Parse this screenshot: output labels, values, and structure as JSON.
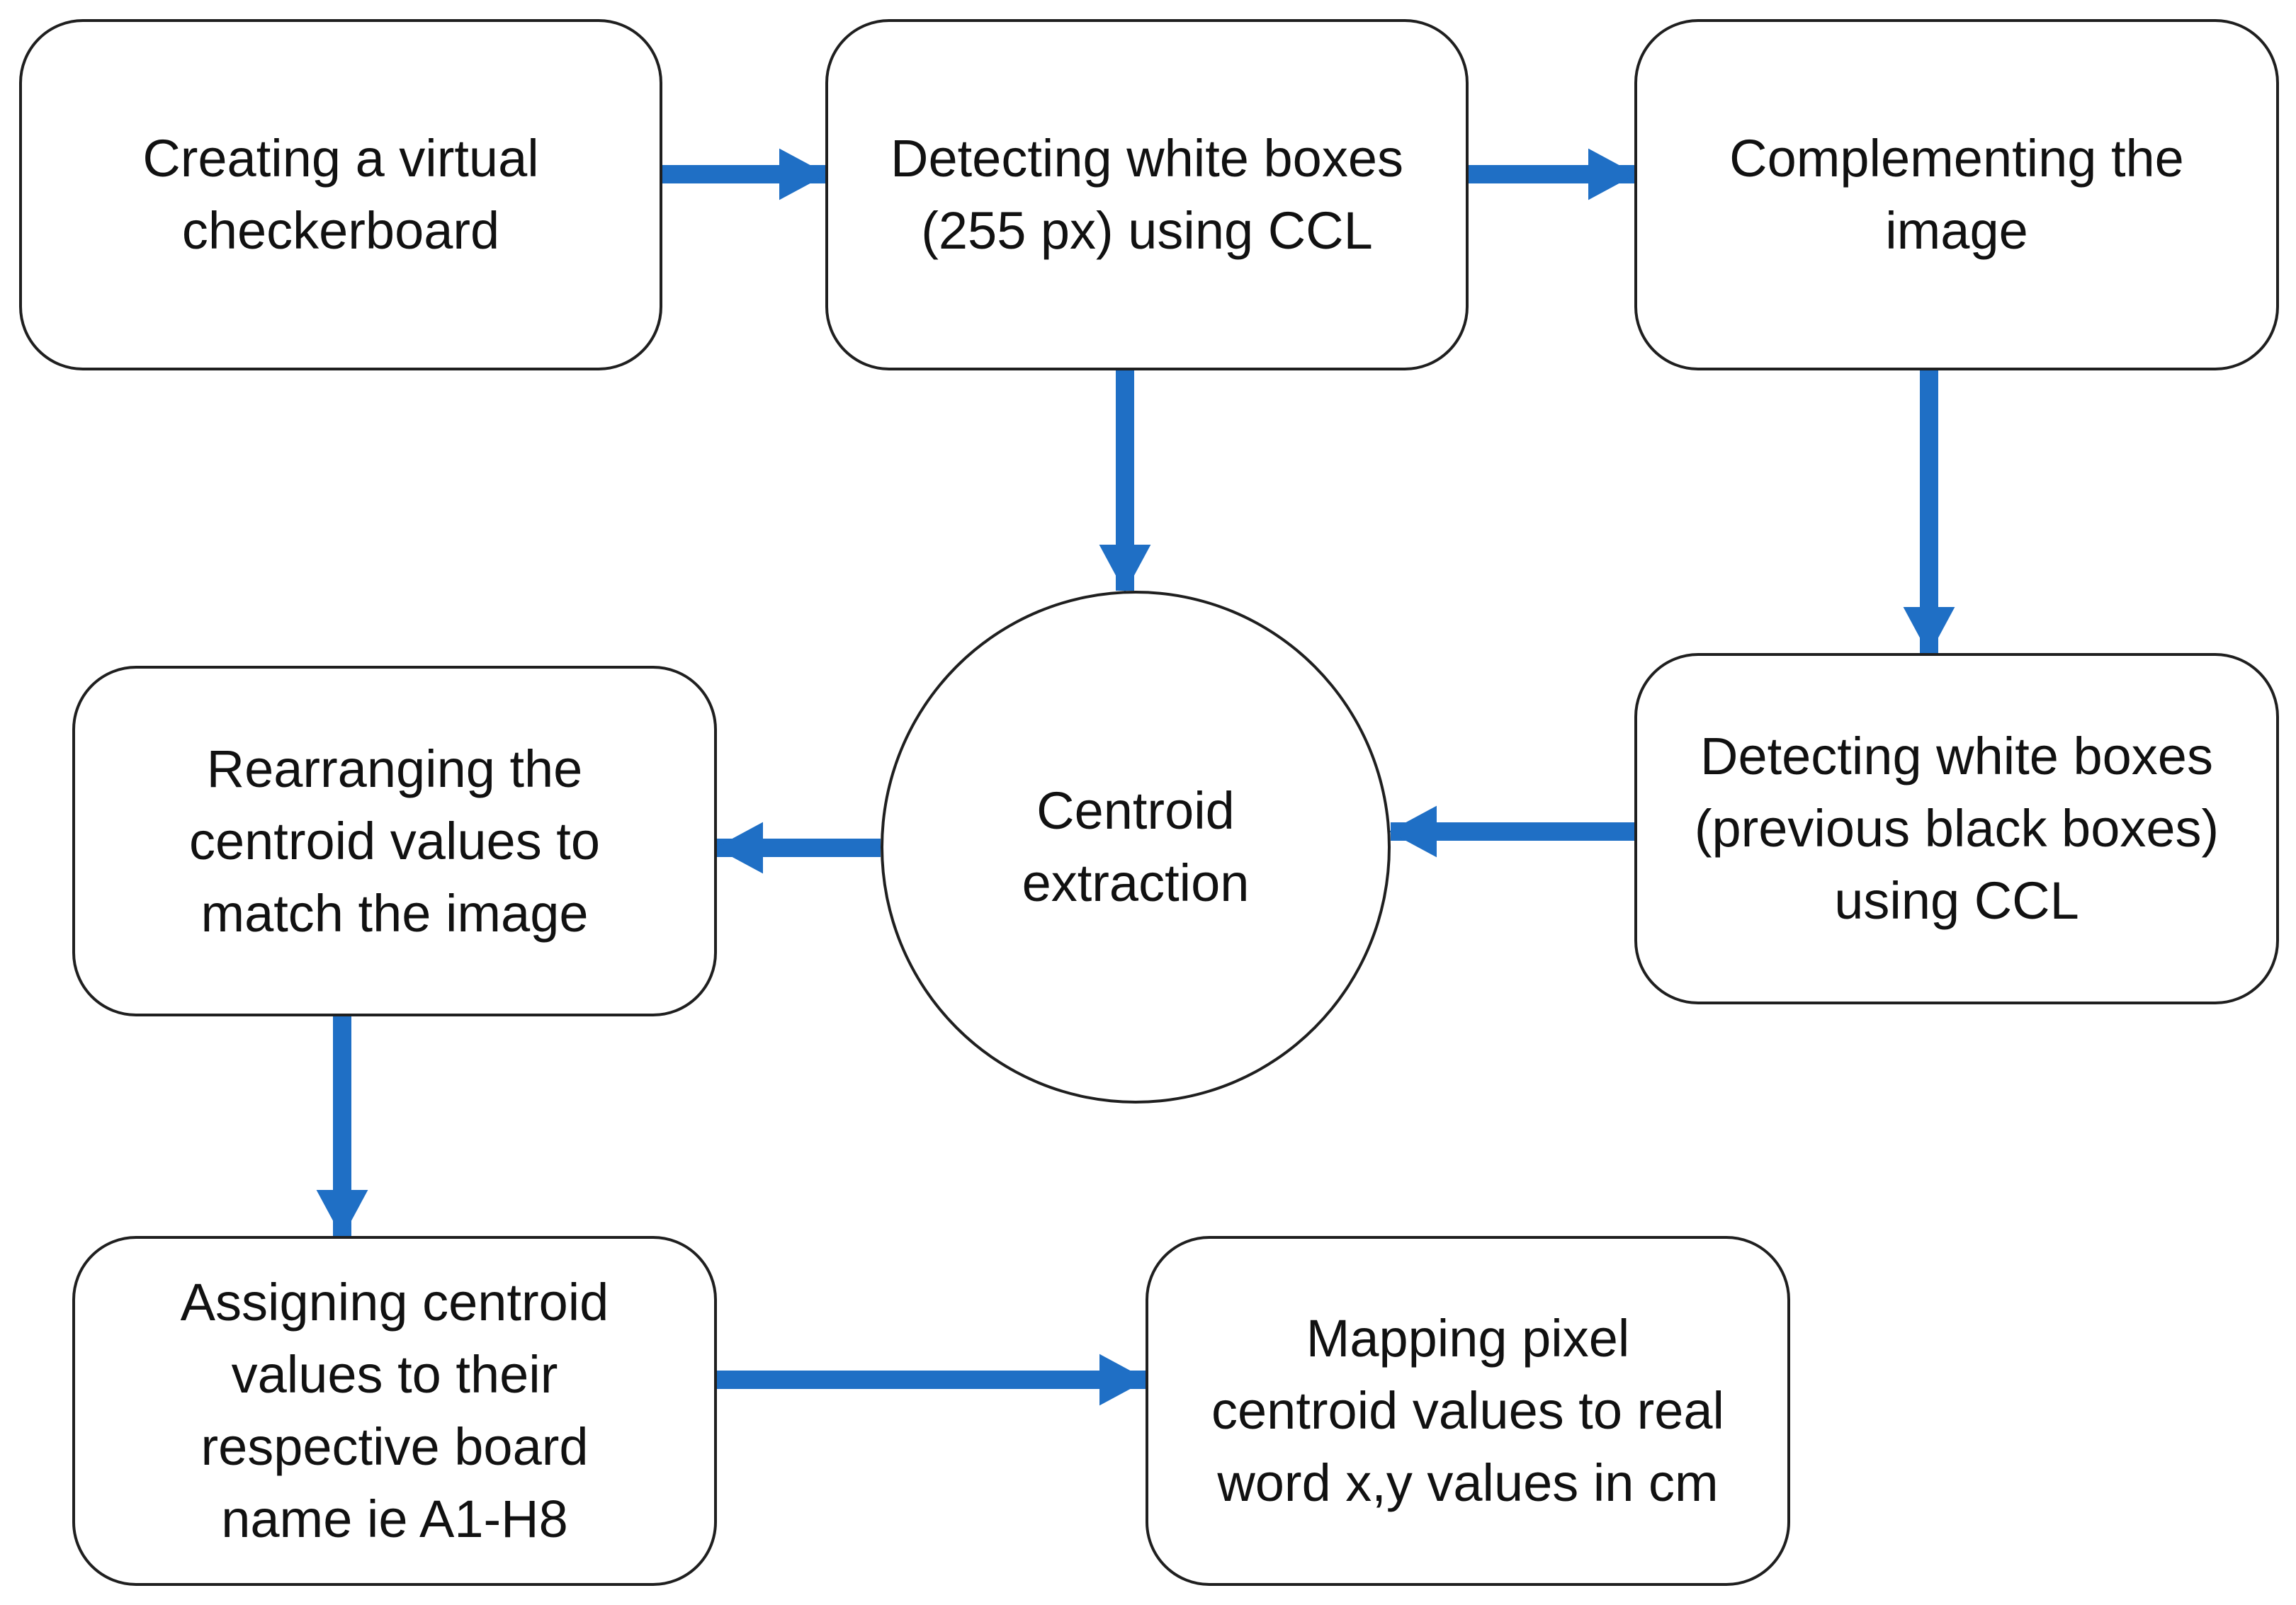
{
  "diagram": {
    "accent_color": "#1f6fc5",
    "nodes": {
      "create_checkerboard": "Creating a virtual\ncheckerboard",
      "detect_white": "Detecting white boxes\n(255 px) using CCL",
      "complement": "Complementing the\nimage",
      "detect_black": "Detecting white boxes\n(previous black boxes)\nusing CCL",
      "centroid": "Centroid\nextraction",
      "rearrange": "Rearranging the\ncentroid values to\nmatch the image",
      "assign": "Assigning centroid\nvalues to their\nrespective board\nname ie A1-H8",
      "mapping": "Mapping pixel\ncentroid values to real\nword x,y values in cm"
    },
    "edges": [
      {
        "from": "create_checkerboard",
        "to": "detect_white"
      },
      {
        "from": "detect_white",
        "to": "complement"
      },
      {
        "from": "detect_white",
        "to": "centroid"
      },
      {
        "from": "complement",
        "to": "detect_black"
      },
      {
        "from": "detect_black",
        "to": "centroid"
      },
      {
        "from": "centroid",
        "to": "rearrange"
      },
      {
        "from": "rearrange",
        "to": "assign"
      },
      {
        "from": "assign",
        "to": "mapping"
      }
    ]
  }
}
